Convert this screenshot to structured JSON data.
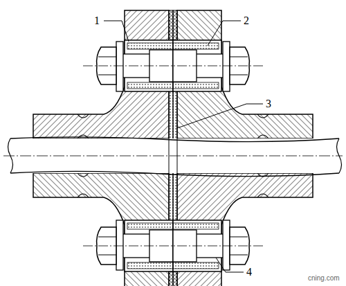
{
  "diagram": {
    "labels": [
      "1",
      "2",
      "3",
      "4",
      "cning.com"
    ]
  }
}
